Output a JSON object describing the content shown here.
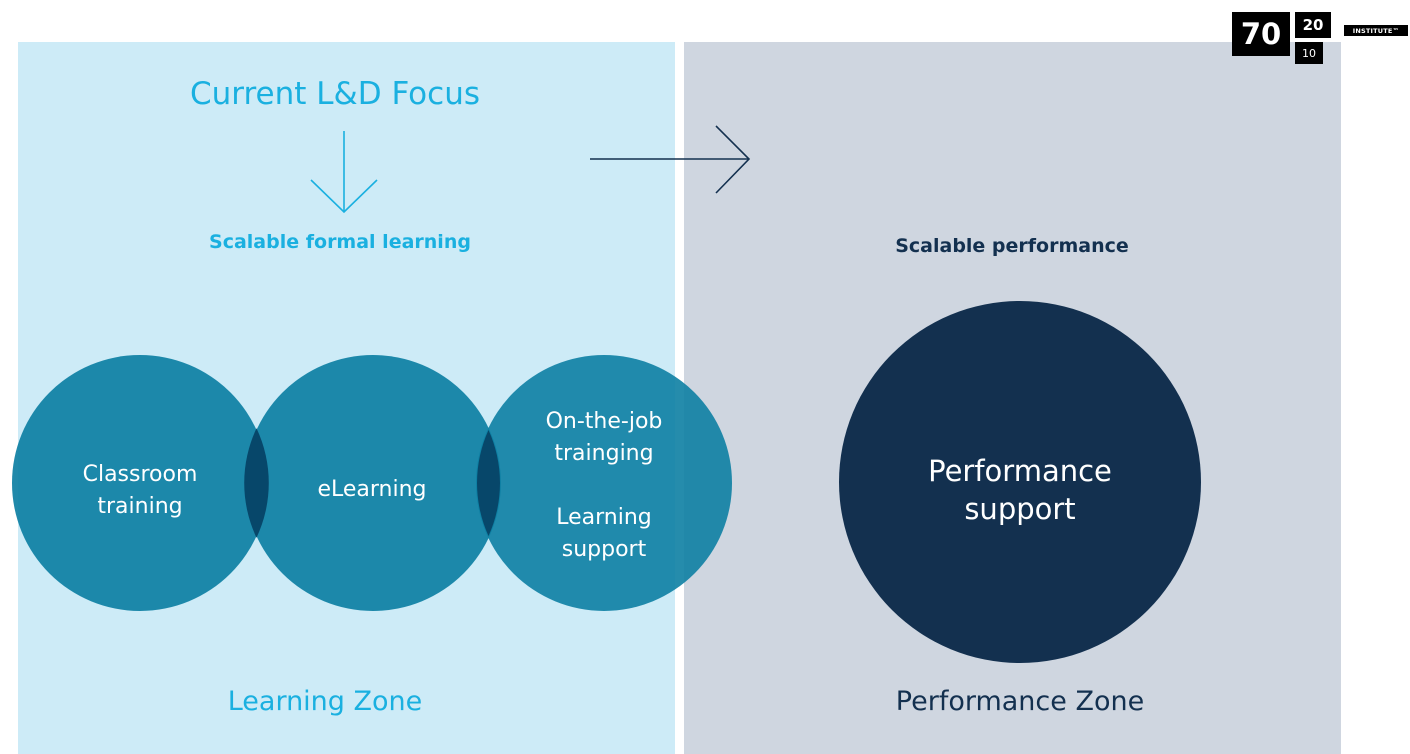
{
  "logo": {
    "big": "70",
    "mid": "20",
    "small": "10",
    "word": "INSTITUTE™"
  },
  "learning": {
    "focus_title": "Current L&D Focus",
    "formal_label": "Scalable formal learning",
    "zone_label": "Learning Zone",
    "circles": [
      {
        "label": "Classroom\ntraining"
      },
      {
        "label": "eLearning"
      },
      {
        "label": "On-the-job\ntrainging\n\nLearning\nsupport"
      }
    ]
  },
  "performance": {
    "scalable_label": "Scalable performance",
    "circle_label": "Performance\nsupport",
    "zone_label": "Performance Zone"
  },
  "colors": {
    "learning_bg": "#cdebf7",
    "performance_bg": "#cfd6e0",
    "accent_cyan": "#1ab0e0",
    "circle_teal": "#0d7fa3",
    "overlap_dark": "#07476a",
    "navy": "#13304f"
  }
}
